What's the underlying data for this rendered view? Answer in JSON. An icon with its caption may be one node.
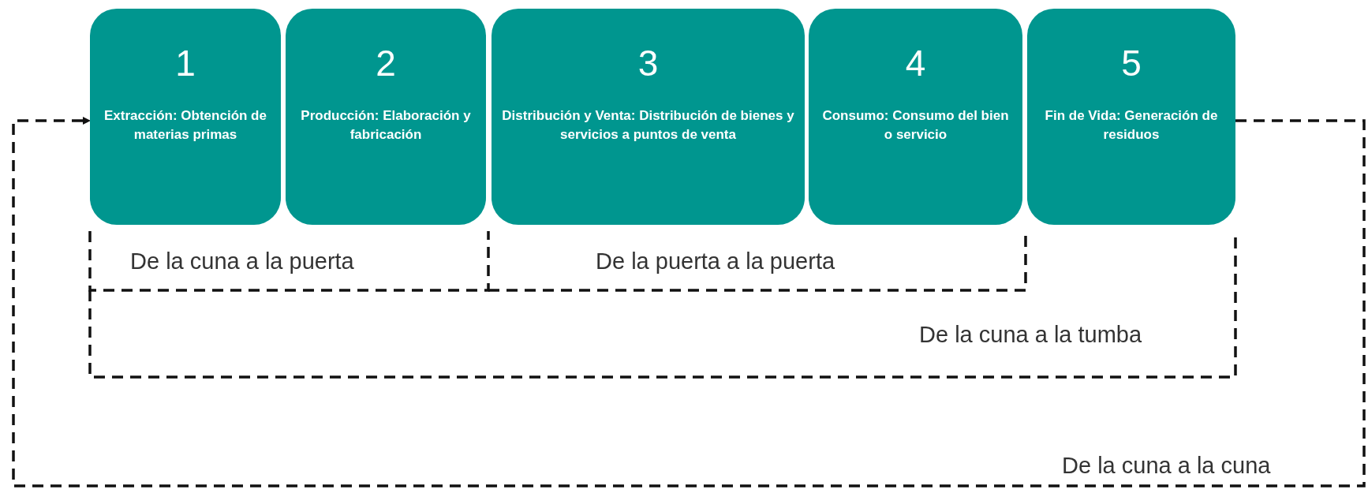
{
  "diagram": {
    "nodes": [
      {
        "text": [
          "1",
          "Extracción: Obtención de materias primas"
        ]
      },
      {
        "text": [
          "2",
          "Producción: Elaboración y fabricación"
        ]
      },
      {
        "text": [
          "3",
          "Distribución y Venta: Distribución de bienes y servicios a puntos de venta"
        ]
      },
      {
        "text": [
          "4",
          "Consumo: Consumo del bien o servicio"
        ]
      },
      {
        "text": [
          "5",
          "Fin de Vida: Generación de residuos"
        ]
      }
    ],
    "edges": [
      {
        "from": 4,
        "to": 0,
        "arrow": "to",
        "style": "dashed"
      }
    ],
    "labels": [
      "De la cuna a la puerta",
      "De la puerta a la puerta",
      "De la cuna a la tumba",
      "De la cuna a la cuna"
    ]
  }
}
